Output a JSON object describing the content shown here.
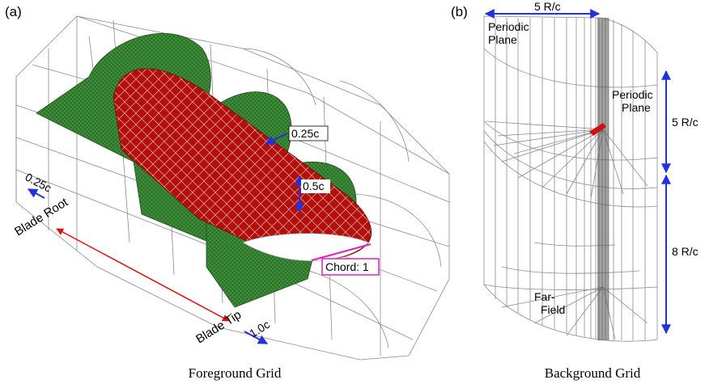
{
  "panel_a": {
    "label": "(a)",
    "caption": "Foreground Grid",
    "annotations": {
      "quarter_c_top": "0.25c",
      "half_c": "0.5c",
      "chord": "Chord: 1",
      "quarter_c_left": "0.25c",
      "blade_root": "Blade Root",
      "blade_tip": "Blade Tip",
      "one_c": "1.0c"
    }
  },
  "panel_b": {
    "label": "(b)",
    "caption": "Background Grid",
    "annotations": {
      "width": "5 R/c",
      "periodic_plane_top_1": "Periodic",
      "periodic_plane_top_2": "Plane",
      "periodic_plane_right_1": "Periodic",
      "periodic_plane_right_2": "Plane",
      "height_upper": "5 R/c",
      "height_lower": "8 R/c",
      "far_field_1": "Far-",
      "far_field_2": "Field"
    }
  },
  "colors": {
    "grid_line": "#8a8a8a",
    "green_mesh": "#3f8f3a",
    "red_blade": "#b3100c",
    "blue_arrow": "#2233dd",
    "red_arrow": "#dd1111",
    "magenta_box": "#e020c0"
  }
}
